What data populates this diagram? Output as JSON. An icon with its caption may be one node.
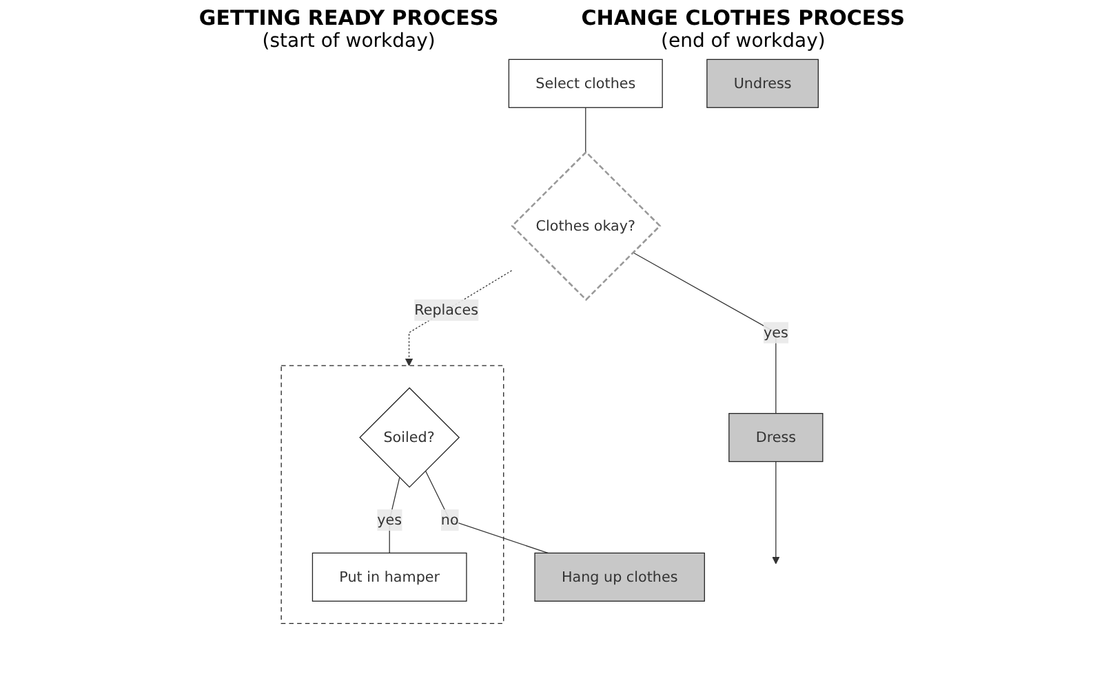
{
  "diagram": {
    "nodes": [
      {
        "text": [
          "Select clothes"
        ]
      },
      {
        "text": [
          "Clothes okay?"
        ]
      },
      {
        "text": [
          "Dress"
        ]
      },
      {
        "text": [
          "Undress"
        ]
      },
      {
        "text": [],
        "shape": "box"
      },
      {
        "text": [
          "Soiled?"
        ],
        "in": 4
      },
      {
        "text": [
          "Put in hamper"
        ],
        "in": 4
      },
      {
        "text": [
          "Hang up clothes"
        ]
      }
    ],
    "edges": [
      {
        "from": 0,
        "to": 1,
        "arrow": "none"
      },
      {
        "from": 1,
        "to": 2,
        "arrow": "none",
        "label": "yes"
      },
      {
        "from": 2,
        "to": null,
        "arrow": "to"
      },
      {
        "from": 1,
        "to": 4,
        "arrow": "to",
        "label": "Replaces",
        "style": "dashed"
      },
      {
        "from": 5,
        "to": 6,
        "arrow": "none",
        "label": "yes"
      },
      {
        "from": 5,
        "to": 7,
        "arrow": "none",
        "label": "no"
      }
    ],
    "labels": [
      "GETTING READY PROCESS",
      "(start of workday)",
      "CHANGE CLOTHES PROCESS",
      "(end of workday)"
    ]
  }
}
